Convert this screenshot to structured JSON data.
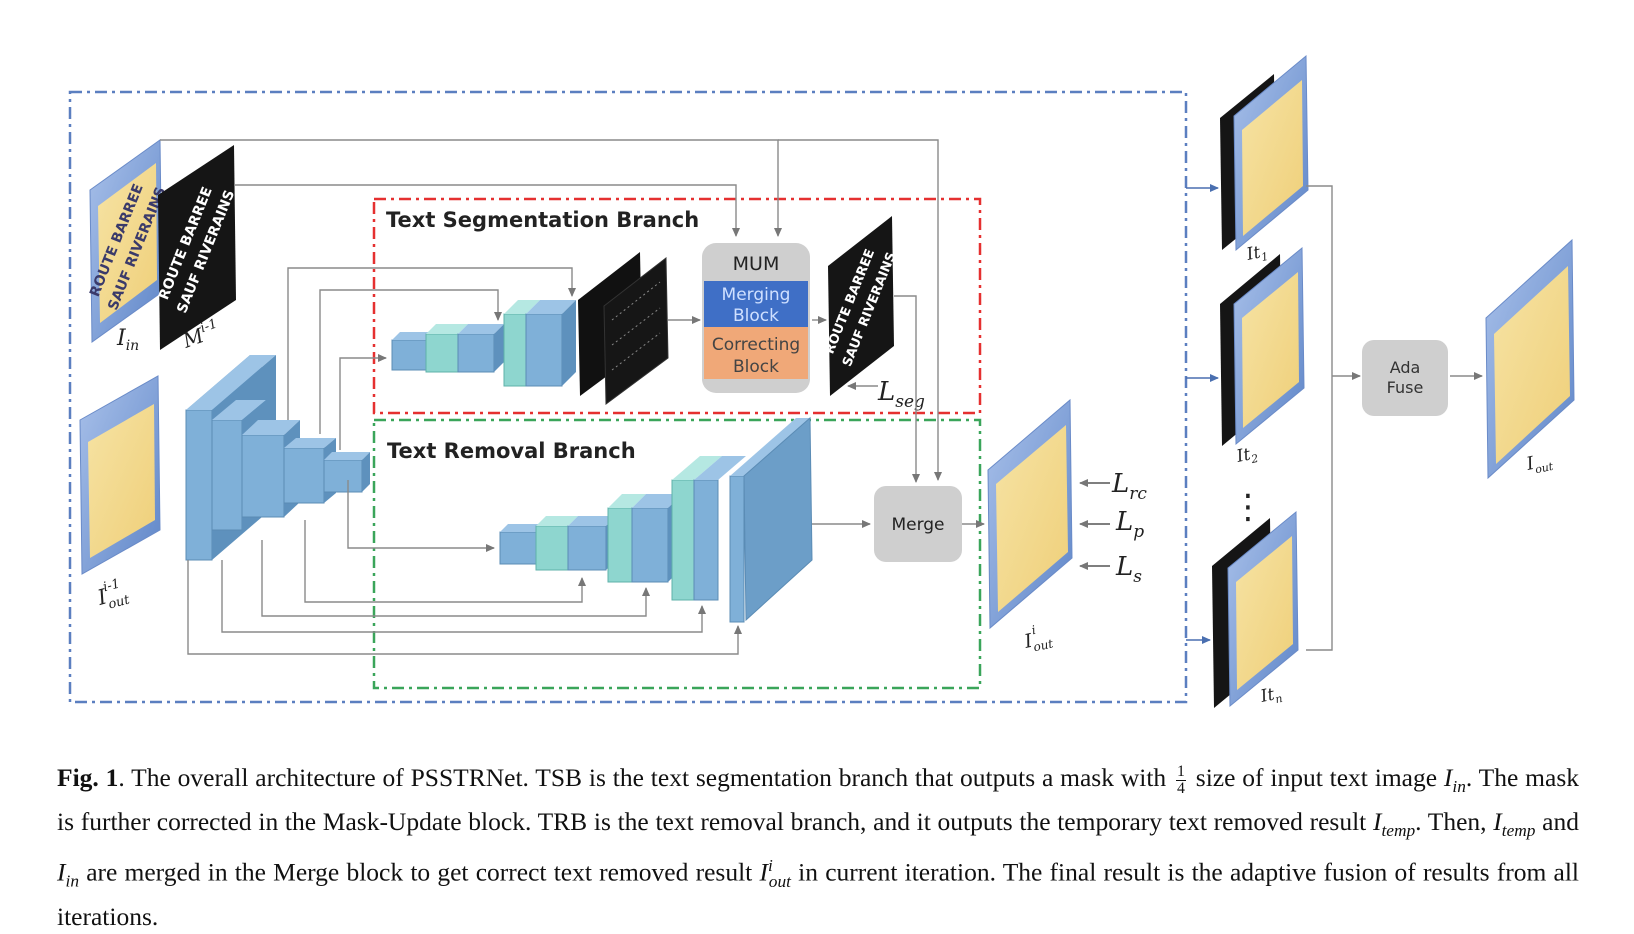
{
  "branches": {
    "segmentation": "Text Segmentation Branch",
    "removal": "Text Removal Branch"
  },
  "mum": {
    "title": "MUM",
    "merging": "Merging\nBlock",
    "correcting": "Correcting\nBlock"
  },
  "merge_label": "Merge",
  "adafuse_label": "Ada\nFuse",
  "input_image_text": [
    "ROUTE BARREE",
    "SAUF RIVERAINS"
  ],
  "mask_text": [
    "ROUTE BARREE",
    "SAUF RIVERAINS"
  ],
  "math_labels": {
    "I_in": "I",
    "I_in_sub": "in",
    "M_prev": "M",
    "M_prev_sup": "i-1",
    "I_out_prev": "I",
    "I_out_prev_sub": "out",
    "I_out_prev_sup": "i-1",
    "I_out": "I",
    "I_out_sub": "out",
    "I_out_sup": "i",
    "L_seg": "L",
    "L_seg_sub": "seg",
    "L_rc": "L",
    "L_rc_sub": "rc",
    "L_p": "L",
    "L_p_sub": "p",
    "L_s": "L",
    "L_s_sub": "s",
    "It1": "It",
    "It1_sub": "1",
    "It2": "It",
    "It2_sub": "2",
    "Itn": "It",
    "Itn_sub": "n",
    "I_final": "I",
    "I_final_sub": "out",
    "dots": "⋮"
  },
  "caption": {
    "fig_label": "Fig. 1",
    "text_a": ". The overall architecture of PSSTRNet. TSB is the text segmentation branch that outputs a mask with ",
    "frac_num": "1",
    "frac_den": "4",
    "text_b": " size of input text image ",
    "I": "I",
    "in": "in",
    "text_c": ". The mask is further corrected in the Mask-Update block. TRB is the text removal branch, and it outputs the temporary text removed result ",
    "temp": "temp",
    "text_d": ". Then, ",
    "text_e": " and ",
    "text_f": " are merged in the Merge block to get correct text removed result ",
    "out": "out",
    "sup_i": "i",
    "text_g": " in current iteration. The final result is the adaptive fusion of results from all iterations."
  },
  "colors": {
    "outer_box": "#5b7fc0",
    "seg_box": "#e53030",
    "removal_box": "#3aa55a",
    "block_blue": "#7fb0d8",
    "block_teal": "#8ed6cf",
    "merging_block": "#3f6fc6",
    "correcting_block": "#f0a878",
    "gray_block": "#cfcfcf",
    "image_yellow": "#f3d98a",
    "image_blue": "#7c9fd6"
  }
}
